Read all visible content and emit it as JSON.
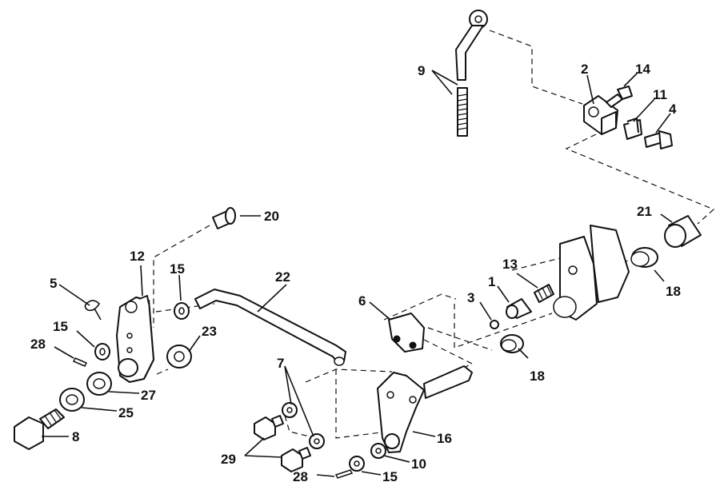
{
  "callouts": [
    {
      "key": "c9",
      "text": "9"
    },
    {
      "key": "c2",
      "text": "2"
    },
    {
      "key": "c14",
      "text": "14"
    },
    {
      "key": "c11",
      "text": "11"
    },
    {
      "key": "c4",
      "text": "4"
    },
    {
      "key": "c20",
      "text": "20"
    },
    {
      "key": "c21",
      "text": "21"
    },
    {
      "key": "c12",
      "text": "12"
    },
    {
      "key": "c15a",
      "text": "15"
    },
    {
      "key": "c22",
      "text": "22"
    },
    {
      "key": "c13",
      "text": "13"
    },
    {
      "key": "c5",
      "text": "5"
    },
    {
      "key": "c6",
      "text": "6"
    },
    {
      "key": "c3",
      "text": "3"
    },
    {
      "key": "c1",
      "text": "1"
    },
    {
      "key": "c18a",
      "text": "18"
    },
    {
      "key": "c15b",
      "text": "15"
    },
    {
      "key": "c23",
      "text": "23"
    },
    {
      "key": "c28a",
      "text": "28"
    },
    {
      "key": "c7",
      "text": "7"
    },
    {
      "key": "c18b",
      "text": "18"
    },
    {
      "key": "c27",
      "text": "27"
    },
    {
      "key": "c25",
      "text": "25"
    },
    {
      "key": "c16",
      "text": "16"
    },
    {
      "key": "c8",
      "text": "8"
    },
    {
      "key": "c29",
      "text": "29"
    },
    {
      "key": "c10",
      "text": "10"
    },
    {
      "key": "c28b",
      "text": "28"
    },
    {
      "key": "c15c",
      "text": "15"
    }
  ],
  "colors": {
    "ink": "#111111",
    "paper": "#ffffff"
  }
}
